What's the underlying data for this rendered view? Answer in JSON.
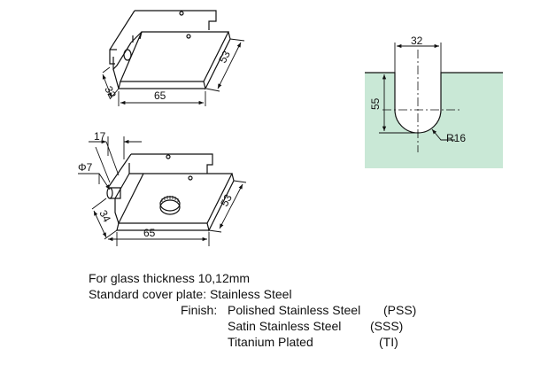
{
  "top_fitting": {
    "dim_width": "65",
    "dim_depth": "32",
    "dim_height": "53"
  },
  "bottom_fitting": {
    "dim_offset": "17",
    "dim_hole": "Φ7",
    "dim_width": "65",
    "dim_depth": "34",
    "dim_height": "53"
  },
  "cutout": {
    "dim_width": "32",
    "dim_depth": "55",
    "dim_radius": "R16",
    "fill_color": "#c9e8d6"
  },
  "specs": {
    "glass_thickness": "For glass thickness 10,12mm",
    "cover_plate": "Standard cover plate: Stainless Steel",
    "finish_label": "Finish:",
    "finishes": [
      {
        "name": "Polished Stainless Steel",
        "code": "(PSS)"
      },
      {
        "name": "Satin Stainless Steel",
        "code": "(SSS)"
      },
      {
        "name": "Titanium Plated",
        "code": "(TI)"
      }
    ]
  }
}
